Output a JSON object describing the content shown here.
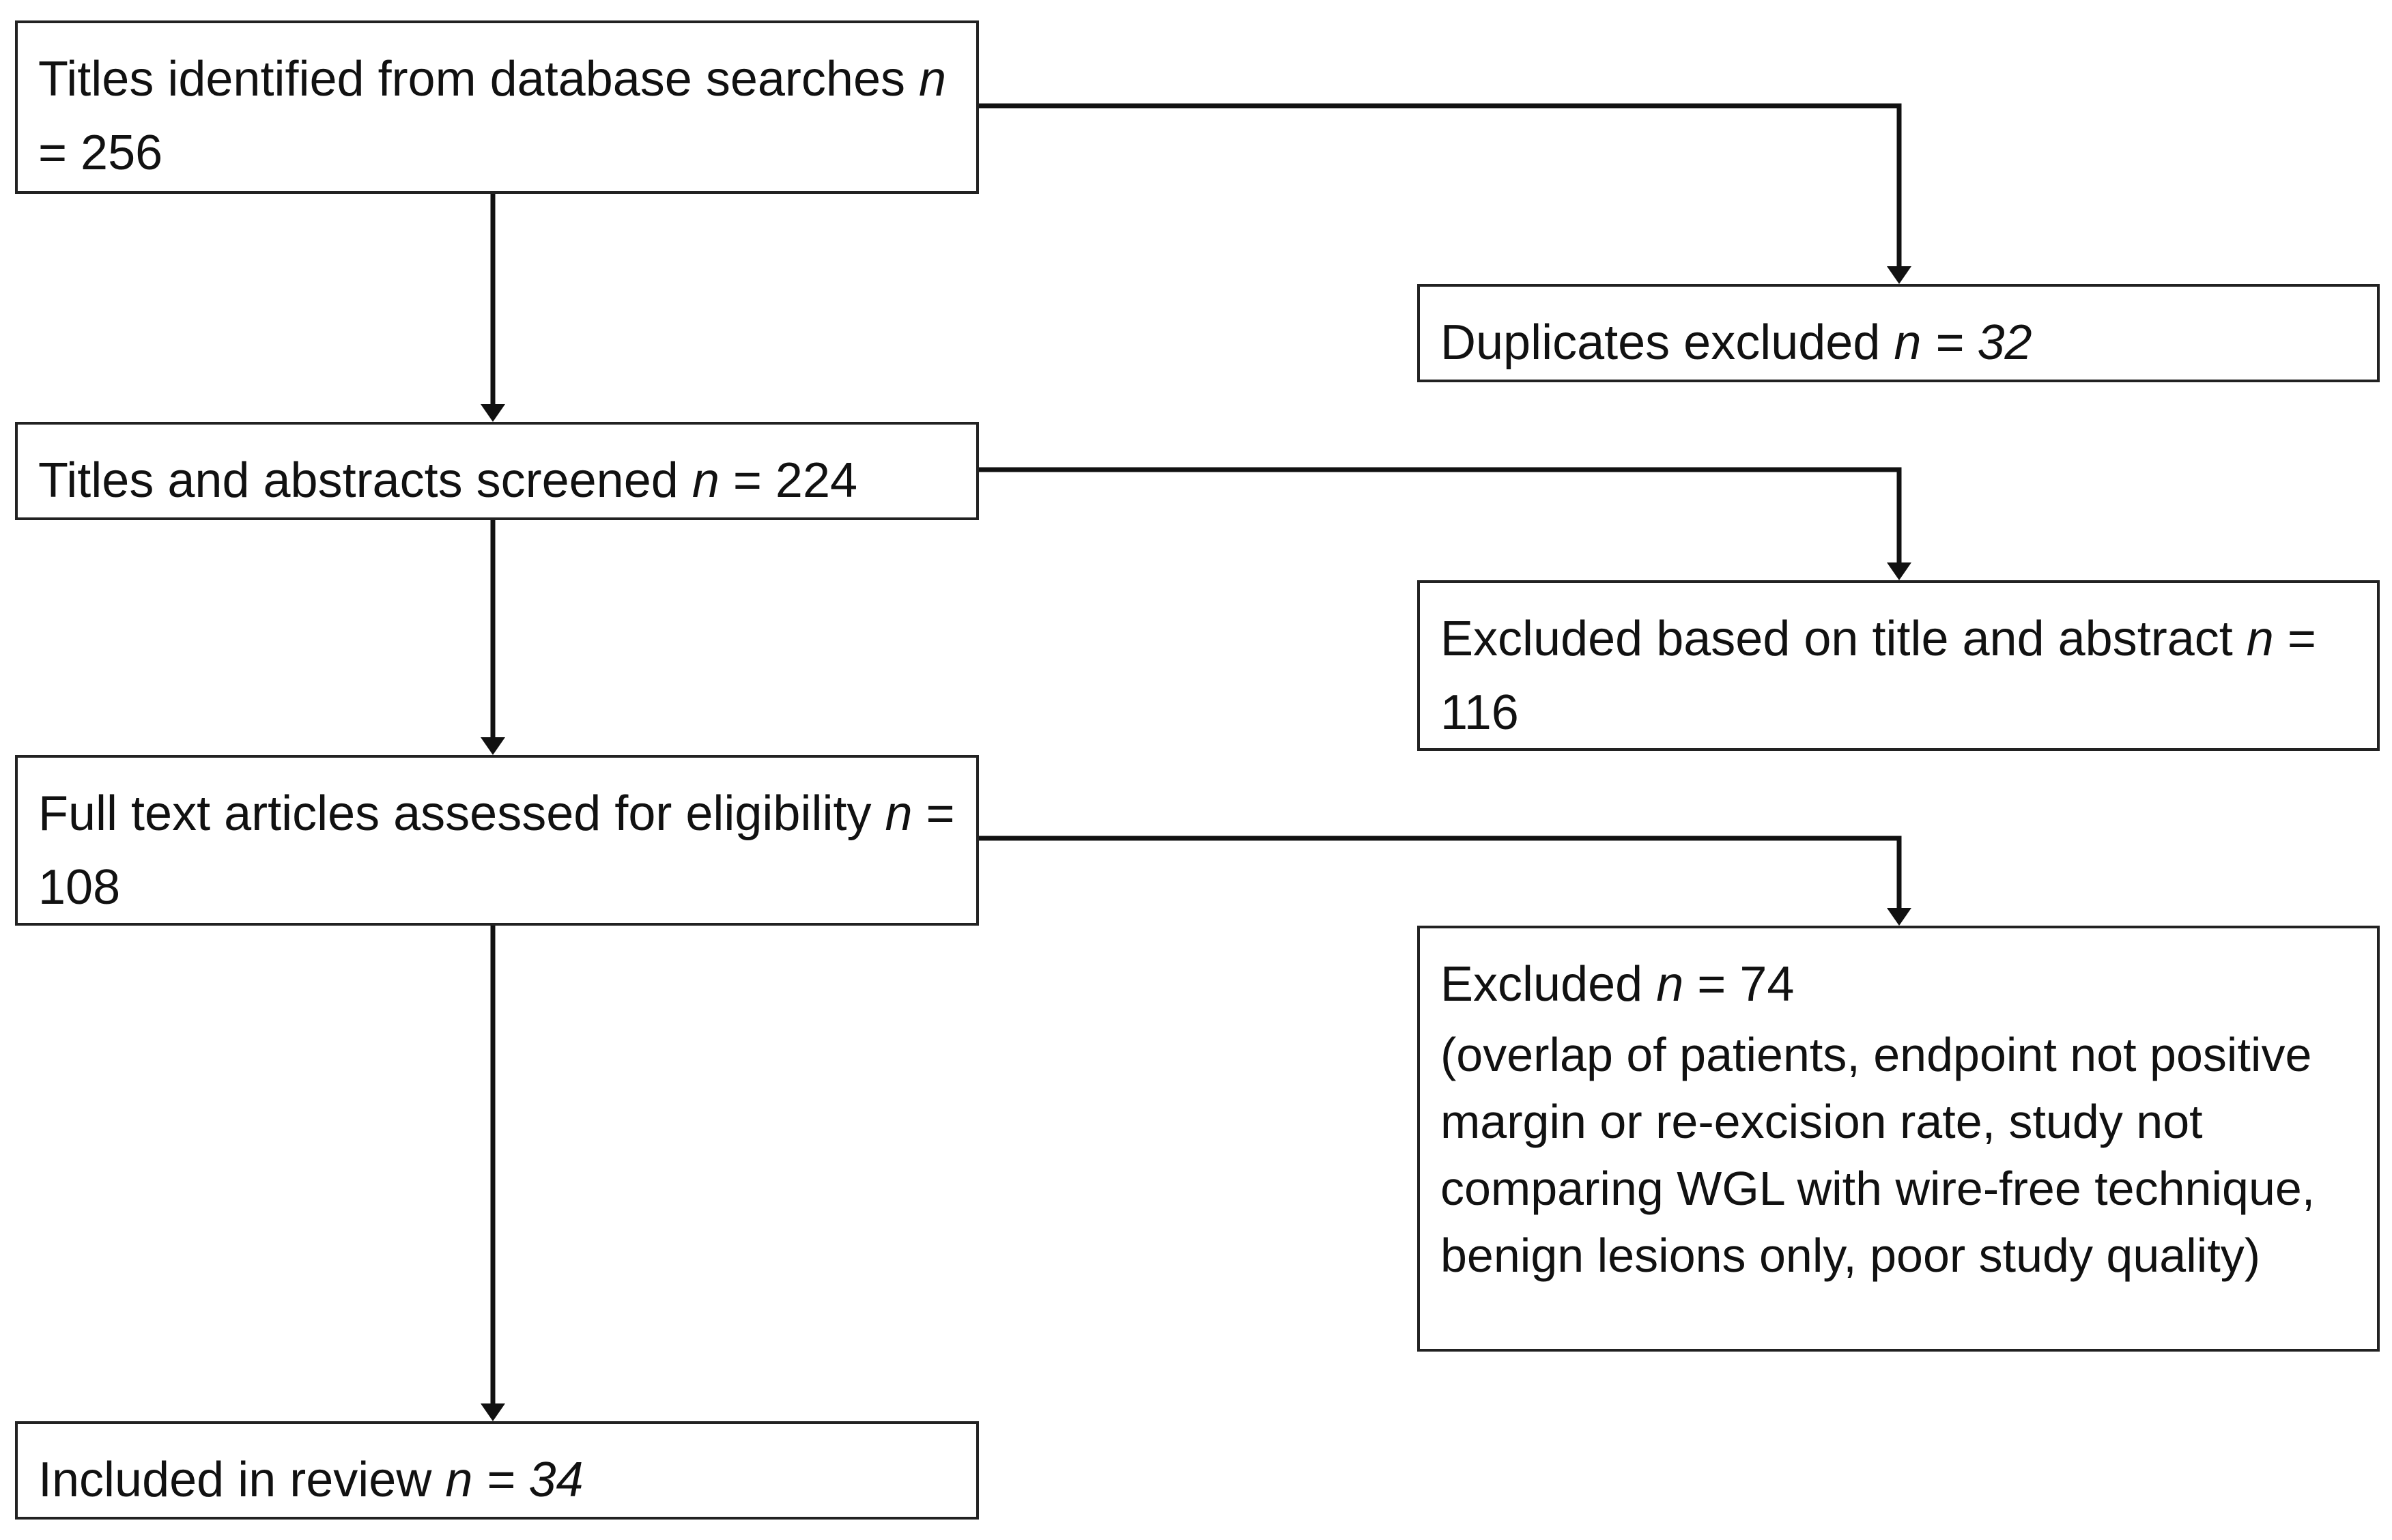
{
  "flow": {
    "identified": {
      "label": "Titles identified from database searches",
      "n_prefix": "n",
      "n_suffix": " = 256"
    },
    "duplicates": {
      "label": "Duplicates excluded",
      "n_text": "n = 32"
    },
    "screened": {
      "label": "Titles and abstracts screened",
      "n_prefix": "n",
      "n_suffix": " = 224"
    },
    "excluded_title": {
      "label": "Excluded based on title and abstract",
      "n_prefix": "n",
      "n_suffix": " = 116"
    },
    "fulltext": {
      "label": "Full text articles assessed for eligibility",
      "n_prefix": "n",
      "n_suffix": " = 108"
    },
    "excluded_fulltext": {
      "label": "Excluded",
      "n_prefix": "n",
      "n_suffix": " = 74",
      "reasons": "(overlap of patients, endpoint not positive margin or re-excision rate, study not comparing WGL with wire-free technique, benign lesions only, poor study quality)"
    },
    "included": {
      "label": "Included in review",
      "n_text": "n = 34"
    }
  },
  "colors": {
    "line": "#111111",
    "border": "#222222",
    "background": "#ffffff"
  }
}
